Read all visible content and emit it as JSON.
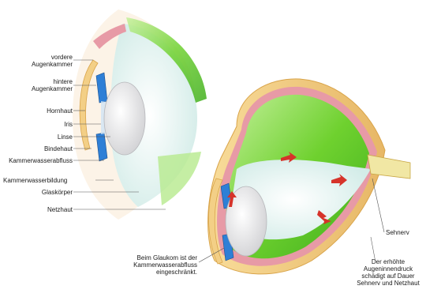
{
  "labels": {
    "vordere": "vordere\nAugenkammer",
    "hintere": "hintere\nAugenkammer",
    "hornhaut": "Hornhaut",
    "iris": "Iris",
    "linse": "Linse",
    "bindehaut": "Bindehaut",
    "abfluss": "Kammerwasserabfluss",
    "bildung": "Kammerwasserbildung",
    "glaskoerper": "Glaskörper",
    "netzhaut": "Netzhaut",
    "sehnerv": "Sehnerv",
    "glaukom": "Beim Glaukom ist der\nKammerwasserabfluss\neingeschränkt.",
    "druck": "Der erhöhte\nAugeninnendruck\nschädigt auf Dauer\nSehnerv und Netzhaut"
  },
  "colors": {
    "sclera": "#f3cf86",
    "sclera_edge": "#d9a44a",
    "choroid": "#e79aa6",
    "retina": "#7ad63a",
    "vitreous": "#e6f4f1",
    "iris": "#2e7fd6",
    "lens": "#e9e9ea",
    "arrow": "#d6332a"
  }
}
